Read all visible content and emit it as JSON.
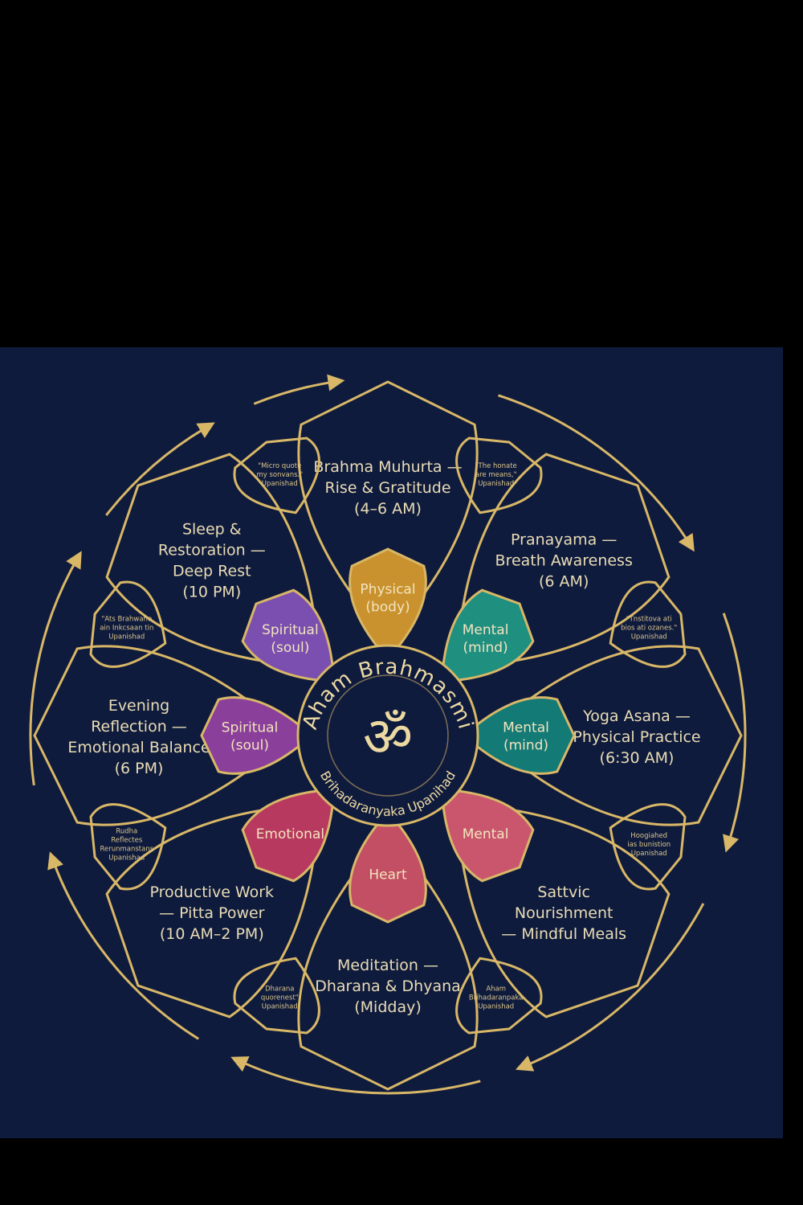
{
  "colors": {
    "background": "#000000",
    "panel": "#0f1b3d",
    "gold": "#d8b767",
    "text": "#e9dcb5"
  },
  "center": {
    "arc_top": "Aham Brahmasmi",
    "arc_bottom": "Brihadaranyaka Upanihad",
    "symbol": "ॐ",
    "symbol_icon": "om-symbol-icon"
  },
  "outer_petals": [
    {
      "lines": [
        "Brahma Muhurta —",
        "Rise & Gratitude",
        "(4–6 AM)"
      ]
    },
    {
      "lines": [
        "Pranayama —",
        "Breath Awareness",
        "(6 AM)"
      ]
    },
    {
      "lines": [
        "Yoga Asana —",
        "Physical Practice",
        "(6:30 AM)"
      ]
    },
    {
      "lines": [
        "Sattvic",
        "Nourishment",
        "— Mindful Meals"
      ]
    },
    {
      "lines": [
        "Meditation —",
        "Dharana & Dhyana",
        "(Midday)"
      ]
    },
    {
      "lines": [
        "Productive Work",
        "— Pitta Power",
        "(10 AM–2 PM)"
      ]
    },
    {
      "lines": [
        "Evening",
        "Reflection —",
        "Emotional Balance",
        "(6 PM)"
      ]
    },
    {
      "lines": [
        "Sleep &",
        "Restoration —",
        "Deep Rest",
        "(10 PM)"
      ]
    }
  ],
  "quotes": [
    {
      "lines": [
        "\"The honate",
        "are means,\"",
        "Upanishad"
      ]
    },
    {
      "lines": [
        "\"Tnstitova ati",
        "bios ati ozanes.\"",
        "Upanishad"
      ]
    },
    {
      "lines": [
        "Hoogiahed",
        "ias bunistion",
        "Upanishad"
      ]
    },
    {
      "lines": [
        "Aham",
        "Brihadaranpaka",
        "Upanishad"
      ]
    },
    {
      "lines": [
        "Dharana",
        "quorenest\"",
        "Upanishad"
      ]
    },
    {
      "lines": [
        "Rudha",
        "Reflectes",
        "Rerunmanstans",
        "Upanishad"
      ]
    },
    {
      "lines": [
        "\"Ats Brahwaho",
        "ain Inkcsaan tin",
        "Upanishad"
      ]
    },
    {
      "lines": [
        "\"Micro quote",
        "my sonvans.\"",
        "Upanishad"
      ]
    }
  ],
  "inner_petals": [
    {
      "lines": [
        "Physical",
        "(body)"
      ],
      "color": "#c9922e"
    },
    {
      "lines": [
        "Mental",
        "(mind)"
      ],
      "color": "#1f8f80"
    },
    {
      "lines": [
        "Mental",
        "(mind)"
      ],
      "color": "#137a75"
    },
    {
      "lines": [
        "Mental"
      ],
      "color": "#c9566c"
    },
    {
      "lines": [
        "Heart"
      ],
      "color": "#c24f63"
    },
    {
      "lines": [
        "Emotional"
      ],
      "color": "#b8395f"
    },
    {
      "lines": [
        "Spiritual",
        "(soul)"
      ],
      "color": "#8a3f9a"
    },
    {
      "lines": [
        "Spiritual",
        "(soul)"
      ],
      "color": "#7b4fb0"
    }
  ]
}
